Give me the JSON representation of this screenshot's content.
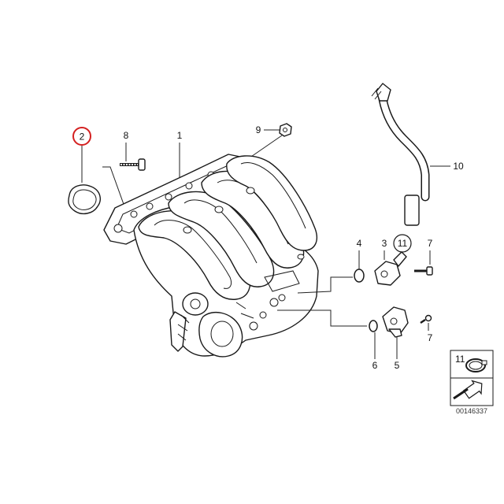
{
  "callouts": {
    "part_1": "1",
    "part_2": "2",
    "part_3": "3",
    "part_4": "4",
    "part_5": "5",
    "part_6": "6",
    "part_7a": "7",
    "part_7b": "7",
    "part_8": "8",
    "part_9": "9",
    "part_10": "10",
    "part_11": "11"
  },
  "legend": {
    "box_number": "11",
    "reference_code": "00146337"
  },
  "colors": {
    "highlight": "#d42020",
    "line": "#1a1a1a"
  }
}
